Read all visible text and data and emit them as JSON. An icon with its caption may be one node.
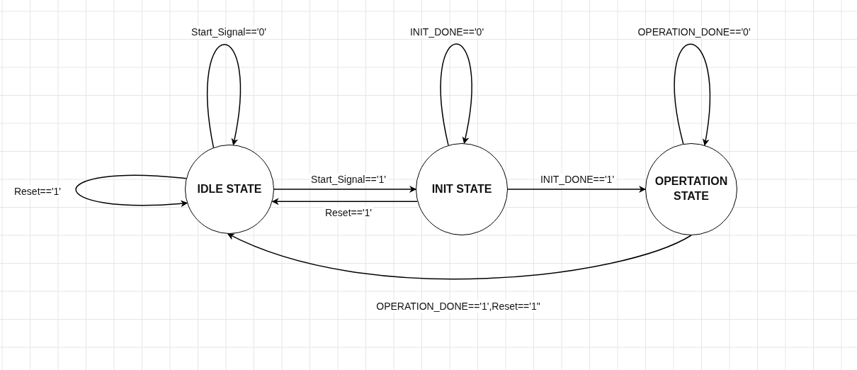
{
  "diagram": {
    "nodes": [
      {
        "text": [
          "IDLE STATE"
        ]
      },
      {
        "text": [
          "INIT STATE"
        ]
      },
      {
        "text": [
          "OPERTATION STATE"
        ]
      }
    ],
    "edges": [
      {
        "from": 0,
        "to": 0,
        "arrow": "to",
        "label": "Start_Signal=='0'"
      },
      {
        "from": 0,
        "to": 0,
        "arrow": "to",
        "label": "Reset=='1'"
      },
      {
        "from": 0,
        "to": 1,
        "arrow": "to",
        "label": "Start_Signal=='1'"
      },
      {
        "from": 1,
        "to": 0,
        "arrow": "to",
        "label": "Reset=='1'"
      },
      {
        "from": 1,
        "to": 1,
        "arrow": "to",
        "label": "INIT_DONE=='0'"
      },
      {
        "from": 1,
        "to": 2,
        "arrow": "to",
        "label": "INIT_DONE=='1'"
      },
      {
        "from": 2,
        "to": 2,
        "arrow": "to",
        "label": "OPERATION_DONE=='0'"
      },
      {
        "from": 2,
        "to": 0,
        "arrow": "to",
        "label": "OPERATION_DONE=='1',Reset=='1\""
      }
    ]
  }
}
